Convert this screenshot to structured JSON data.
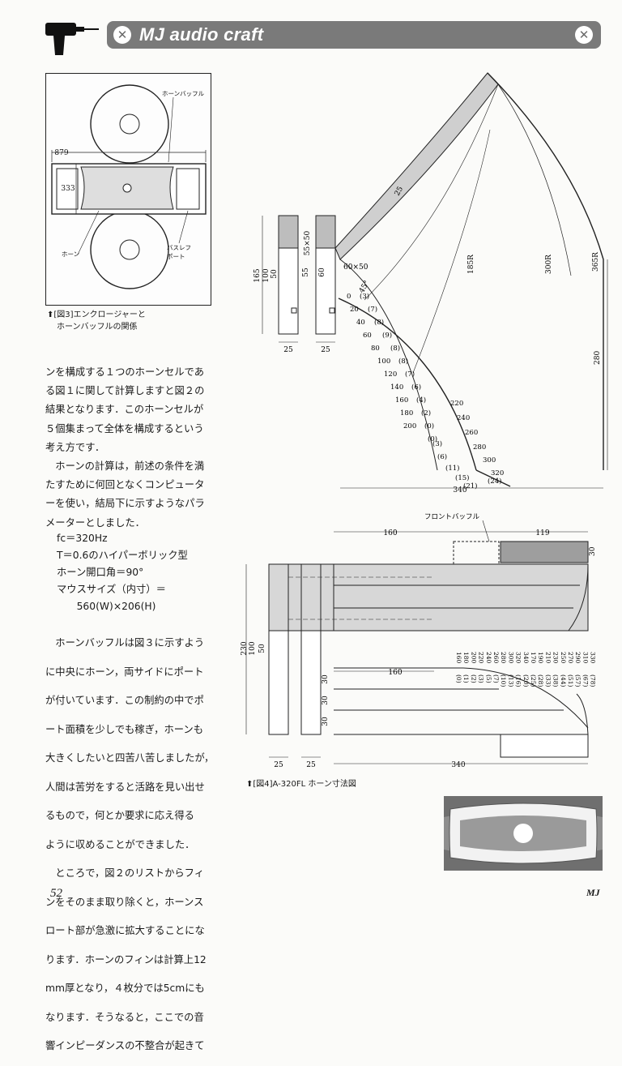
{
  "header": {
    "title": "MJ audio craft"
  },
  "fig3": {
    "caption_line1": "[図3]エンクロージャーと",
    "caption_line2": "ホーンバッフルの関係",
    "label_horn_baffle": "ホーンバッフル",
    "label_horn": "ホーン",
    "label_bass_reflex_1": "バスレフ",
    "label_bass_reflex_2": "ポート",
    "dim_width": "879",
    "dim_height": "333"
  },
  "body": {
    "p1": [
      "ンを構成する１つのホーンセルであ",
      "る図１に関して計算しますと図２の",
      "結果となります．このホーンセルが",
      "５個集まって全体を構成するという",
      "考え方です．"
    ],
    "p2": [
      "　ホーンの計算は，前述の条件を満",
      "たすために何回となくコンピュータ",
      "ーを使い，結局下に示すようなパラ",
      "メーターとしました．"
    ],
    "formula": [
      "fc＝320Hz",
      "T＝0.6のハイパーボリック型",
      "ホーン開口角＝90°",
      "マウスサイズ（内寸）＝",
      "　　560(W)×206(H)"
    ],
    "p3": [
      "　ホーンバッフルは図３に示すよう",
      "に中央にホーン，両サイドにポート",
      "が付いています．この制約の中でポ",
      "ート面積を少しでも稼ぎ，ホーンも",
      "大きくしたいと四苦八苦しましたが，",
      "人間は苦労をすると活路を見い出せ",
      "るもので，何とか要求に応え得る",
      "ように収めることができました．",
      "　ところで，図２のリストからフィ",
      "ンをそのまま取り除くと，ホーンス",
      "ロート部が急激に拡大することにな",
      "ります．ホーンのフィンは計算上12",
      "mm厚となり，４枚分では5cmにも",
      "なります．そうなると，ここでの音",
      "響インピーダンスの不整合が起きて"
    ]
  },
  "fig_top": {
    "dims": {
      "d165": "165",
      "d100": "100",
      "d50": "50",
      "d55x50": "55×50",
      "d55": "55",
      "d60": "60",
      "d60x50": "60×50",
      "d45": "45°",
      "d25a": "25",
      "d25b": "25",
      "d25c": "25",
      "r185": "185R",
      "r300": "300R",
      "r365": "365R",
      "d280": "280",
      "d340": "340"
    },
    "scale_inner": [
      "0",
      "20",
      "40",
      "60",
      "80",
      "100",
      "120",
      "140",
      "160",
      "180",
      "200"
    ],
    "scale_inner2": [
      "(3)",
      "(7)",
      "(8)",
      "(9)",
      "(8)",
      "(8)",
      "(7)",
      "(6)",
      "(4)",
      "(2)",
      "(0)",
      "(0)"
    ],
    "scale_outer": [
      "220",
      "240",
      "260",
      "280",
      "300",
      "320"
    ],
    "scale_outer2": [
      "(3)",
      "(6)",
      "(11)",
      "(15)",
      "(21)",
      "(24)"
    ]
  },
  "fig4": {
    "caption": "[図4]A-320FL ホーン寸法図",
    "label_front_baffle": "フロントバッフル",
    "dims": {
      "d160": "160",
      "d119": "119",
      "d30": "30",
      "d230": "230",
      "d100": "100",
      "d50": "50",
      "d30a": "30",
      "d30b": "30",
      "d30c": "30",
      "d160b": "160",
      "d25a": "25",
      "d25b": "25",
      "d340": "340"
    },
    "scale_top": [
      "160",
      "180",
      "200",
      "220",
      "240",
      "260",
      "280",
      "300",
      "320",
      "340",
      "170",
      "190",
      "210",
      "230",
      "250",
      "270",
      "290",
      "310",
      "330"
    ],
    "scale_bottom": [
      "(0)",
      "(1)",
      "(2)",
      "(3)",
      "(5)",
      "(7)",
      "(10)",
      "(13)",
      "(16)",
      "(20)",
      "(25)",
      "(28)",
      "(33)",
      "(38)",
      "(44)",
      "(51)",
      "(57)",
      "(67)",
      "(78)"
    ]
  },
  "footer": {
    "page": "52",
    "mj": "MJ"
  }
}
